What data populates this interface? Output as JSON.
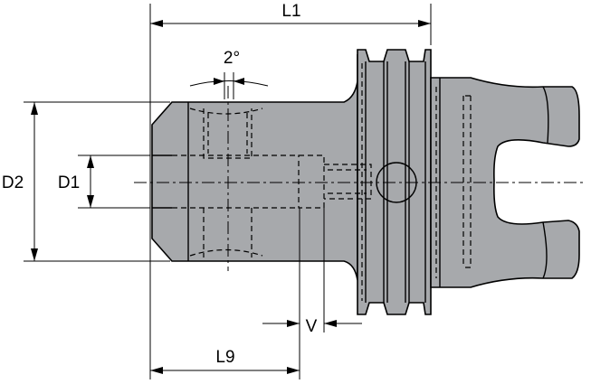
{
  "dimensions": {
    "L1": "L1",
    "L9": "L9",
    "D1": "D1",
    "D2": "D2",
    "V": "V",
    "angle": "2°"
  }
}
